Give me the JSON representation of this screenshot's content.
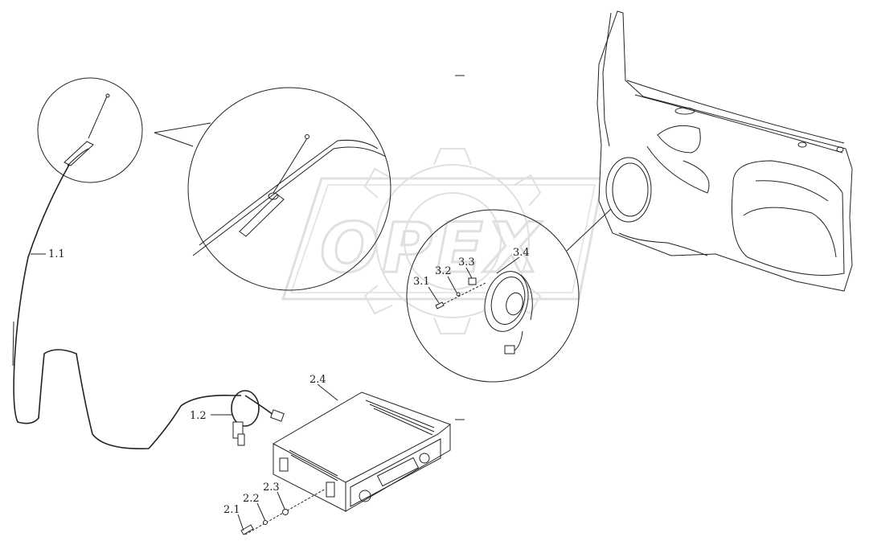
{
  "watermark": {
    "text": "OPEX",
    "color": "#c8c8c8"
  },
  "labels": {
    "antenna": "1.1",
    "antenna_clamp": "1.2",
    "bolt": "2.1",
    "washer": "2.2",
    "nut": "2.3",
    "radio_unit": "2.4",
    "speaker_screw": "3.1",
    "speaker_washer": "3.2",
    "speaker_clip": "3.3",
    "speaker": "3.4"
  },
  "colors": {
    "line": "#222222",
    "background": "#ffffff"
  }
}
